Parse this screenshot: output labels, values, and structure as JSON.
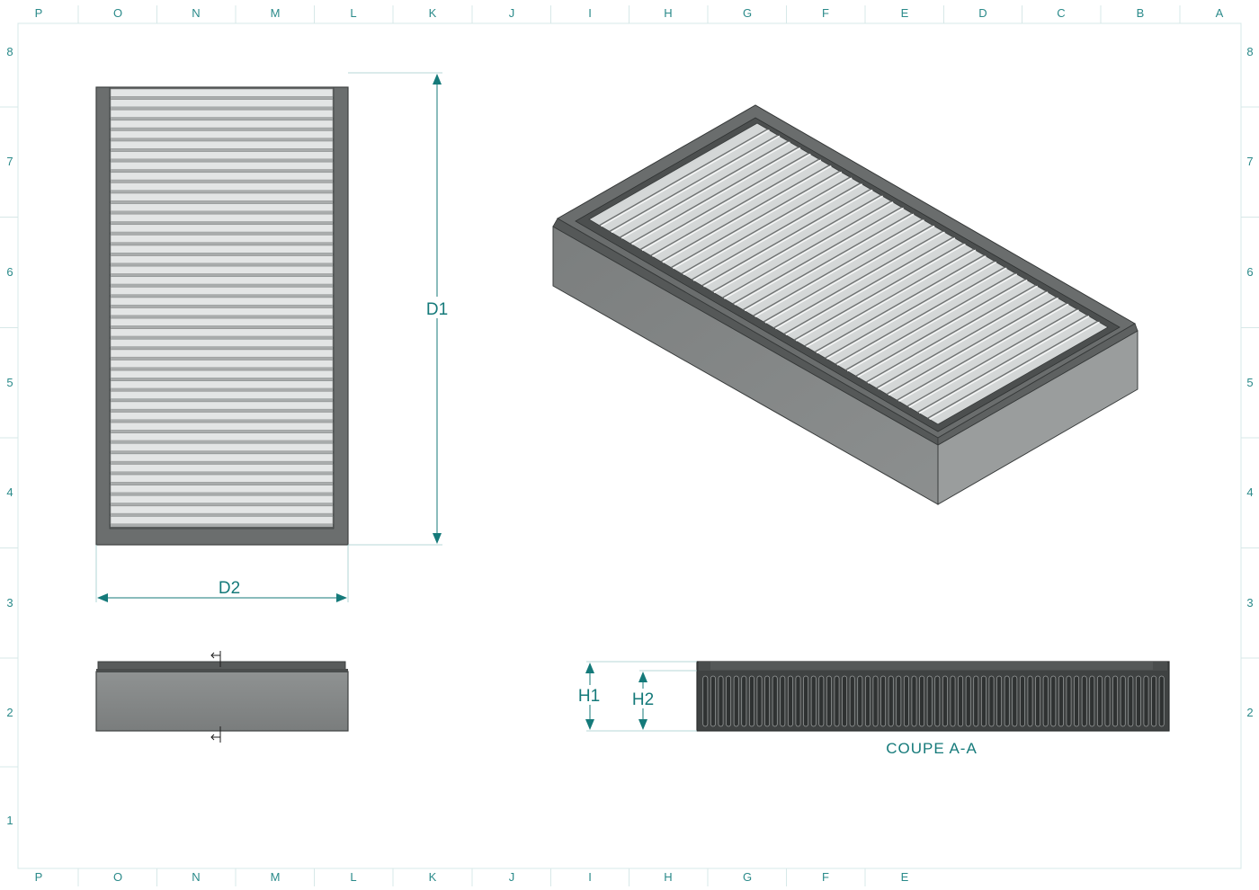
{
  "drawing": {
    "zones_top": [
      "P",
      "O",
      "N",
      "M",
      "L",
      "K",
      "J",
      "I",
      "H",
      "G",
      "F",
      "E",
      "D",
      "C",
      "B",
      "A"
    ],
    "zones_bottom": [
      "P",
      "O",
      "N",
      "M",
      "L",
      "K",
      "J",
      "I",
      "H",
      "G",
      "F",
      "E"
    ],
    "rows_left": [
      "8",
      "7",
      "6",
      "5",
      "4",
      "3",
      "2",
      "1"
    ],
    "rows_right": [
      "8",
      "7",
      "6",
      "5",
      "4",
      "3",
      "2"
    ]
  },
  "dimensions": {
    "d1": "D1",
    "d2": "D2",
    "h1": "H1",
    "h2": "H2"
  },
  "section": {
    "label": "COUPE A-A"
  },
  "views": {
    "top_view_slat_count": 42,
    "section_fin_count": 60,
    "iso_slat_count": 34
  },
  "colors": {
    "frame": "#6b6e6e",
    "frame_dark": "#4a4d4d",
    "slat_light": "#e4e6e6",
    "slat_dark": "#8a8d8d",
    "dimension": "#157a7a",
    "border": "#cde3e3"
  }
}
